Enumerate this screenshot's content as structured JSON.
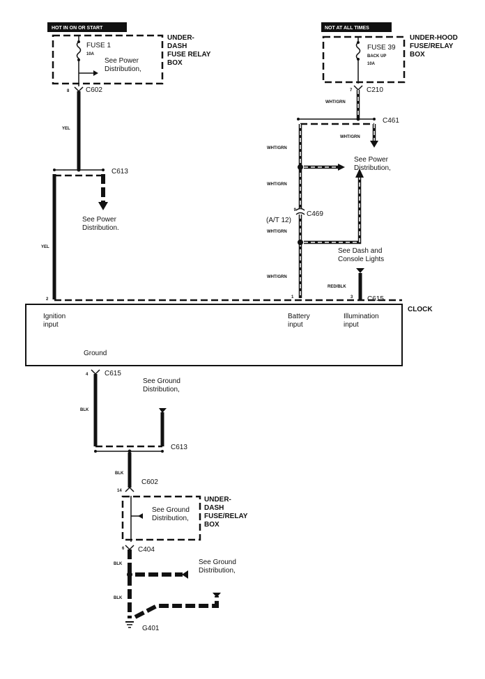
{
  "title": "CLOCK",
  "power_left": {
    "tag": "HOT IN ON OR START",
    "fuse": "FUSE 1",
    "rating": "10A",
    "note": [
      "See Power",
      "Distribution,"
    ],
    "box": [
      "UNDER-",
      "DASH",
      "FUSE RELAY",
      "BOX"
    ],
    "pin": "8",
    "connector": "C602",
    "wire": "YEL",
    "junction": "C613",
    "branch_note": [
      "See Power",
      "Distribution."
    ],
    "wire2": "YEL",
    "clock_pin": "2"
  },
  "power_right": {
    "tag": "NOT AT ALL TIMES",
    "fuse": "FUSE  39",
    "fuse_sub": "BACK UP",
    "rating": "10A",
    "box": [
      "UNDER-HOOD",
      "FUSE/RELAY",
      "BOX"
    ],
    "pin": "7",
    "connector": "C210",
    "wire": "WHT/GRN",
    "junction": "C461",
    "wire_branch": "WHT/GRN",
    "power_note": [
      "See Power",
      "Distribution,"
    ],
    "wire_a": "WHT/GRN",
    "wire_b": "WHT/GRN",
    "c469_pin": "9",
    "c469_alt": "(A/T 12)",
    "c469": "C469",
    "wire_c": "WHT/GRN",
    "lights_note": [
      "See Dash and",
      "Console Lights"
    ],
    "wire_d": "WHT/GRN",
    "battery_pin": "1",
    "illum_wire": "RED/BLK",
    "illum_pin": "3",
    "illum_connector": "C615"
  },
  "clock": {
    "label": "CLOCK",
    "ignition": [
      "Ignition",
      "input"
    ],
    "battery": [
      "Battery",
      "input"
    ],
    "illumination": [
      "Illumination",
      "input"
    ],
    "ground": "Ground"
  },
  "ground": {
    "pin": "4",
    "connector": "C615",
    "note1": [
      "See Ground",
      "Distribution,"
    ],
    "wire1": "BLK",
    "junction": "C613",
    "wire2": "BLK",
    "c602": "C602",
    "c602_pin": "14",
    "box_note": [
      "See Ground",
      "Distribution,"
    ],
    "box": [
      "UNDER-",
      "DASH",
      "FUSE/RELAY",
      "BOX"
    ],
    "c404_pin": "6",
    "c404": "C404",
    "wire3": "BLK",
    "note2": [
      "See Ground",
      "Distribution,"
    ],
    "wire4": "BLK",
    "point": "G401"
  }
}
